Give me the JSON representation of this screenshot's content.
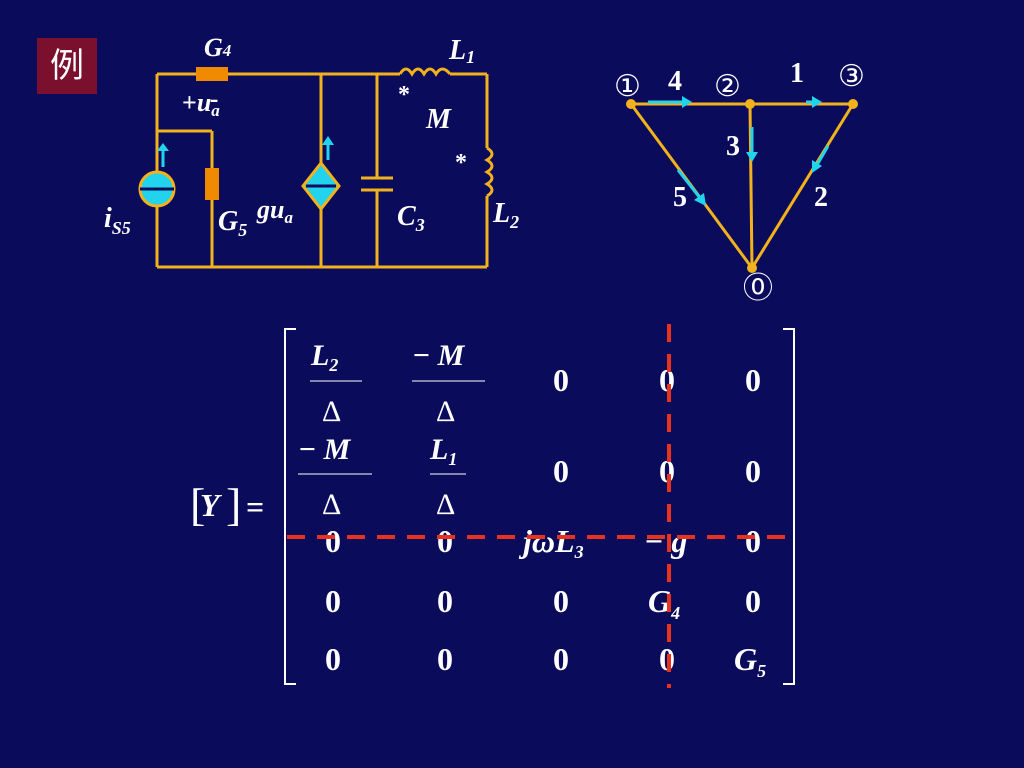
{
  "badge": "例",
  "circuit": {
    "G4": {
      "sym": "G",
      "sub": "4"
    },
    "L1": {
      "sym": "L",
      "sub": "1"
    },
    "L2": {
      "sym": "L",
      "sub": "2"
    },
    "M": "M",
    "star": "*",
    "ua": {
      "plus": "+",
      "sym": "u",
      "sub": "a",
      "minus": "-"
    },
    "iS5": {
      "sym": "i",
      "sub": "S5"
    },
    "G5": {
      "sym": "G",
      "sub": "5"
    },
    "gua": {
      "sym": "gu",
      "sub": "a"
    },
    "C3": {
      "sym": "C",
      "sub": "3"
    }
  },
  "graph": {
    "nodes": [
      "①",
      "②",
      "③",
      "⓪"
    ],
    "branches": [
      "1",
      "2",
      "3",
      "4",
      "5"
    ]
  },
  "matrix": {
    "lhs": "Y",
    "eq": "=",
    "rows": [
      [
        {
          "num": "L",
          "nsub": "2",
          "den": "Δ"
        },
        {
          "num": "− M",
          "den": "Δ"
        },
        "0",
        "0",
        "0"
      ],
      [
        {
          "num": "− M",
          "den": "Δ"
        },
        {
          "num": "L",
          "nsub": "1",
          "den": "Δ"
        },
        "0",
        "0",
        "0"
      ],
      [
        "0",
        "0",
        {
          "pre": "jω",
          "sym": "L",
          "sub": "3"
        },
        {
          "sym": "− g"
        },
        "0"
      ],
      [
        "0",
        "0",
        "0",
        {
          "sym": "G",
          "sub": "4"
        },
        "0"
      ],
      [
        "0",
        "0",
        "0",
        "0",
        {
          "sym": "G",
          "sub": "5"
        }
      ]
    ]
  },
  "colors": {
    "background": "#0b0b5c",
    "wire": "#f2b21c",
    "arrow": "#22d3ee",
    "dash": "#e8321e",
    "badge": "#7a0f2e",
    "component": "#f08a00"
  }
}
